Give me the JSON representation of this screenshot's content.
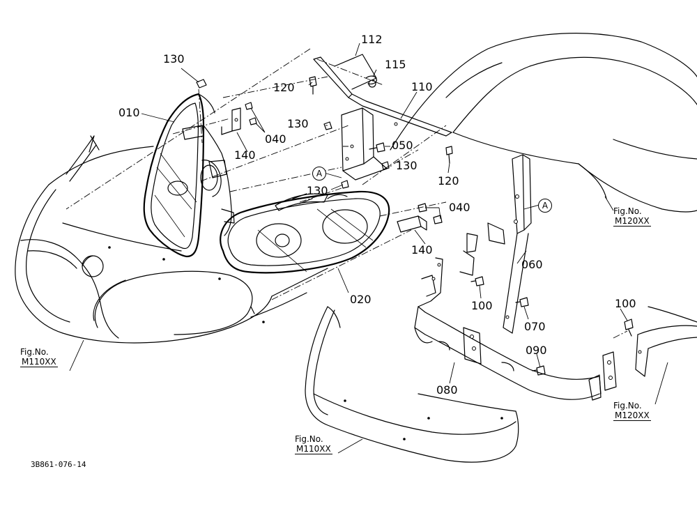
{
  "labels": {
    "p130a": "130",
    "p112": "112",
    "p115": "115",
    "p120a": "120",
    "p110": "110",
    "p010": "010",
    "p040a": "040",
    "p130b": "130",
    "p050": "050",
    "p140a": "140",
    "p130c": "130",
    "p120b": "120",
    "p130d": "130",
    "p040b": "040",
    "p140b": "140",
    "p060": "060",
    "p020": "020",
    "p100a": "100",
    "p070": "070",
    "p100b": "100",
    "p090": "090",
    "p080": "080"
  },
  "markers": {
    "a1": "A",
    "a2": "A"
  },
  "refs": {
    "r1": {
      "fig": "Fig.No.",
      "num": "M120XX"
    },
    "r2": {
      "fig": "Fig.No.",
      "num": "M110XX"
    },
    "r3": {
      "fig": "Fig.No.",
      "num": "M110XX"
    },
    "r4": {
      "fig": "Fig.No.",
      "num": "M120XX"
    }
  },
  "drawing_code": "3B861-076-14"
}
